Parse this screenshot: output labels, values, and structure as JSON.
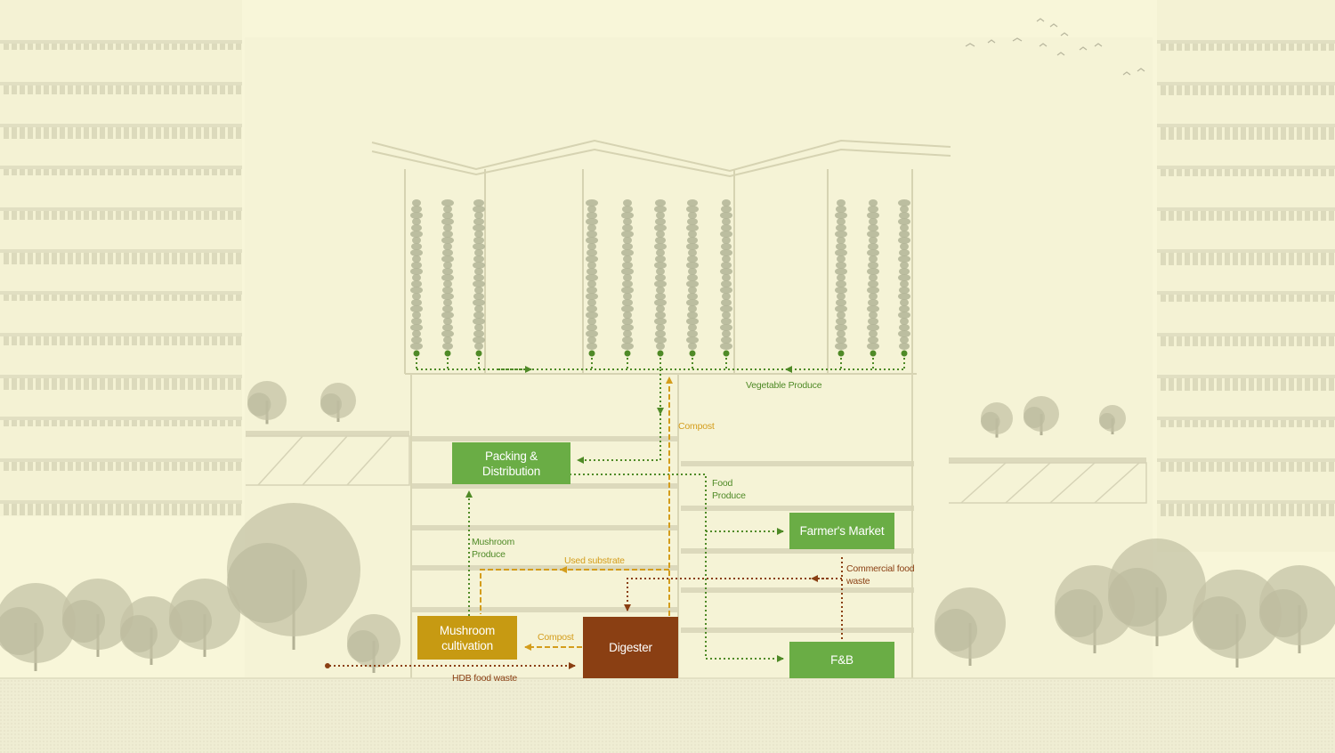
{
  "colors": {
    "background": "#f8f6d9",
    "ground": "#efedd3",
    "green_node": "#6aad45",
    "mustard_node": "#c79a12",
    "brown_node": "#8a3f13",
    "green_flow": "#4f8a27",
    "mustard_flow": "#d49d1c",
    "brown_flow": "#8a3f13",
    "building_line": "#d9d6b6",
    "vegetation": "#b8b89a"
  },
  "nodes": {
    "packing": "Packing &\nDistribution",
    "farmers_market": "Farmer's Market",
    "mushroom": "Mushroom\ncultivation",
    "digester": "Digester",
    "fnb": "F&B"
  },
  "flows": {
    "vegetable_produce": "Vegetable Produce",
    "compost_upper": "Compost",
    "food_produce": "Food\nProduce",
    "mushroom_produce": "Mushroom\nProduce",
    "used_substrate": "Used substrate",
    "commercial_food_waste": "Commercial food\nwaste",
    "compost_lower": "Compost",
    "hdb_food_waste": "HDB food waste"
  }
}
